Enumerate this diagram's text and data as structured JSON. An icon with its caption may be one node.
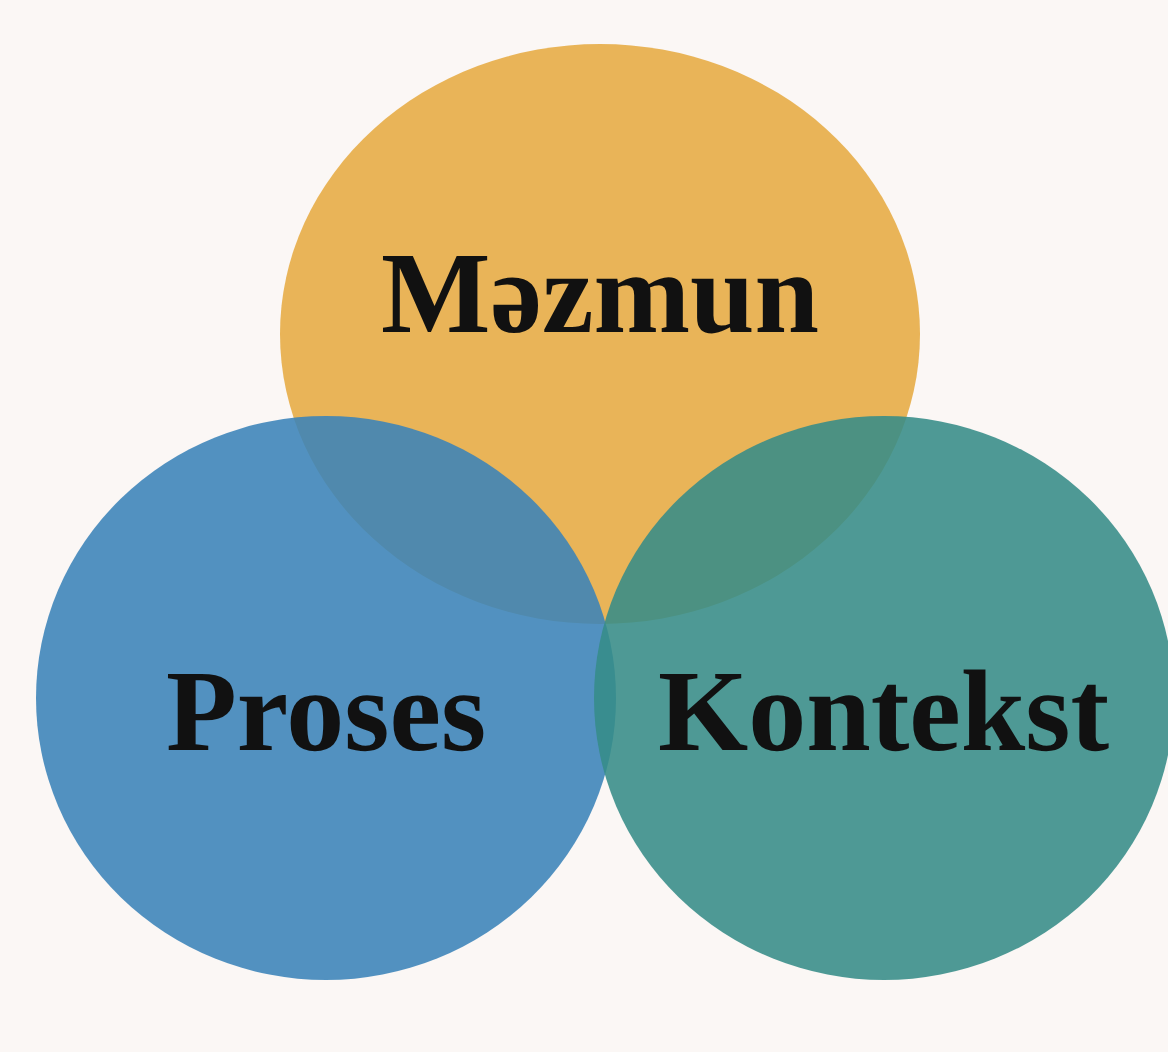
{
  "diagram": {
    "nodes": [
      {
        "text": [
          "Məzmun"
        ]
      },
      {
        "text": [
          "Proses"
        ]
      },
      {
        "text": [
          "Kontekst"
        ]
      }
    ]
  }
}
